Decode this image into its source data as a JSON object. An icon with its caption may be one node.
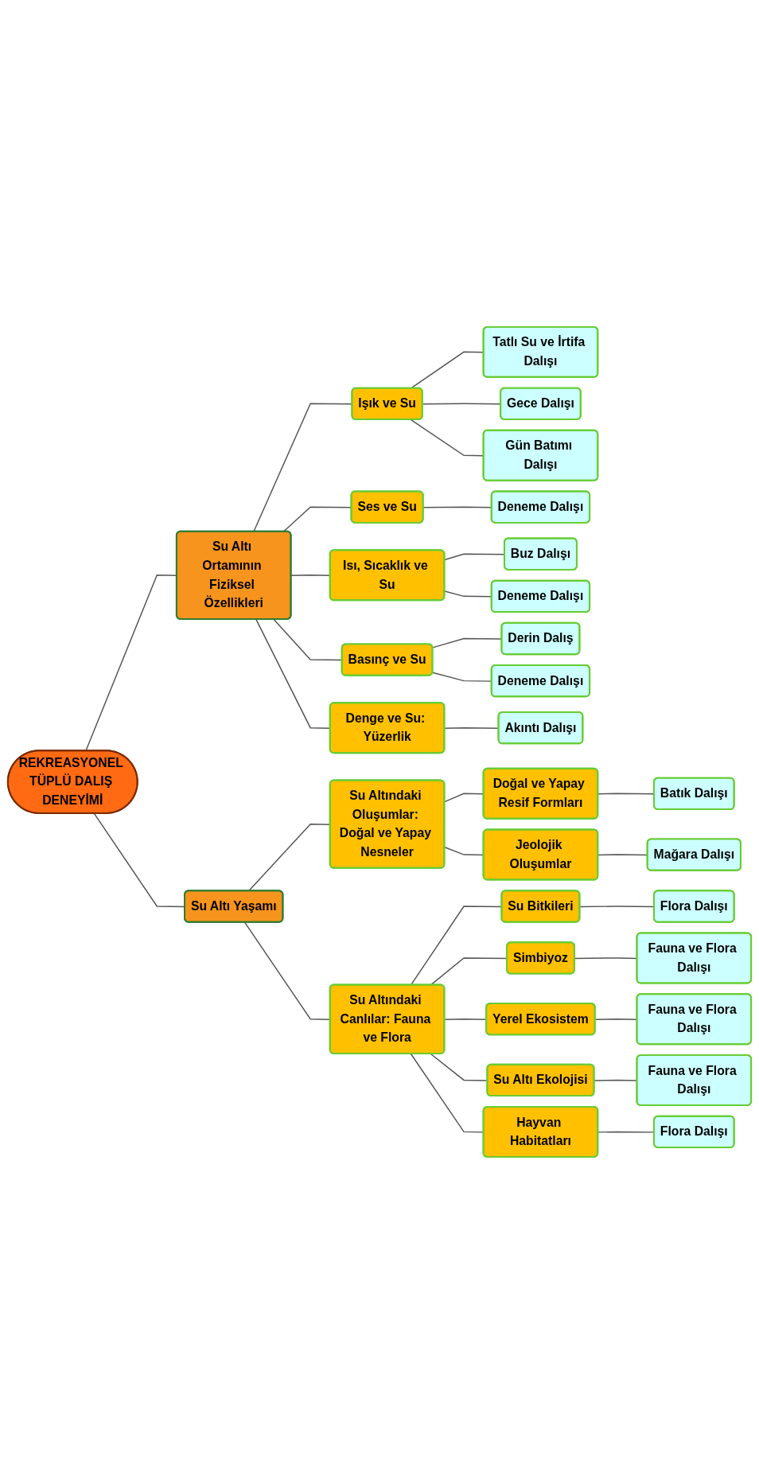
{
  "diagram": {
    "nodes": [
      {
        "text": [
          "REKREASYONEL TÜPLÜ DALIŞ DENEYİMİ"
        ]
      },
      {
        "text": [
          "Su Altı Ortamının Fiziksel Özellikleri"
        ]
      },
      {
        "text": [
          "Işık ve Su"
        ]
      },
      {
        "text": [
          "Tatlı Su ve İrtifa Dalışı"
        ]
      },
      {
        "text": [
          "Gece Dalışı"
        ]
      },
      {
        "text": [
          "Gün Batımı Dalışı"
        ]
      },
      {
        "text": [
          "Ses ve Su"
        ]
      },
      {
        "text": [
          "Deneme Dalışı"
        ]
      },
      {
        "text": [
          "Isı, Sıcaklık ve Su"
        ]
      },
      {
        "text": [
          "Buz Dalışı"
        ]
      },
      {
        "text": [
          "Deneme Dalışı"
        ]
      },
      {
        "text": [
          "Basınç ve Su"
        ]
      },
      {
        "text": [
          "Derin Dalış"
        ]
      },
      {
        "text": [
          "Deneme Dalışı"
        ]
      },
      {
        "text": [
          "Denge ve Su: Yüzerlik"
        ]
      },
      {
        "text": [
          "Akıntı Dalışı"
        ]
      },
      {
        "text": [
          "Su Altı Yaşamı"
        ]
      },
      {
        "text": [
          "Su Altındaki Oluşumlar: Doğal ve Yapay Nesneler"
        ]
      },
      {
        "text": [
          "Doğal ve Yapay Resif Formları"
        ]
      },
      {
        "text": [
          "Batık Dalışı"
        ]
      },
      {
        "text": [
          "Jeolojik Oluşumlar"
        ]
      },
      {
        "text": [
          "Mağara Dalışı"
        ]
      },
      {
        "text": [
          "Su Altındaki Canlılar: Fauna ve Flora"
        ]
      },
      {
        "text": [
          "Su Bitkileri"
        ]
      },
      {
        "text": [
          "Flora Dalışı"
        ]
      },
      {
        "text": [
          "Simbiyoz"
        ]
      },
      {
        "text": [
          "Fauna ve Flora Dalışı"
        ]
      },
      {
        "text": [
          "Yerel Ekosistem"
        ]
      },
      {
        "text": [
          "Fauna ve Flora Dalışı"
        ]
      },
      {
        "text": [
          "Su Altı Ekolojisi"
        ]
      },
      {
        "text": [
          "Fauna ve Flora Dalışı"
        ]
      },
      {
        "text": [
          "Hayvan Habitatları"
        ]
      },
      {
        "text": [
          "Flora Dalışı"
        ]
      }
    ],
    "edges": [
      {
        "from": 0,
        "to": 1,
        "arrow": "none"
      },
      {
        "from": 1,
        "to": 2,
        "arrow": "none"
      },
      {
        "from": 2,
        "to": 3,
        "arrow": "none"
      },
      {
        "from": 2,
        "to": 4,
        "arrow": "none"
      },
      {
        "from": 2,
        "to": 5,
        "arrow": "none"
      },
      {
        "from": 1,
        "to": 6,
        "arrow": "none"
      },
      {
        "from": 6,
        "to": 7,
        "arrow": "none"
      },
      {
        "from": 1,
        "to": 8,
        "arrow": "none"
      },
      {
        "from": 8,
        "to": 9,
        "arrow": "none"
      },
      {
        "from": 8,
        "to": 10,
        "arrow": "none"
      },
      {
        "from": 1,
        "to": 11,
        "arrow": "none"
      },
      {
        "from": 11,
        "to": 12,
        "arrow": "none"
      },
      {
        "from": 11,
        "to": 13,
        "arrow": "none"
      },
      {
        "from": 1,
        "to": 14,
        "arrow": "none"
      },
      {
        "from": 14,
        "to": 15,
        "arrow": "none"
      },
      {
        "from": 0,
        "to": 16,
        "arrow": "none"
      },
      {
        "from": 16,
        "to": 17,
        "arrow": "none"
      },
      {
        "from": 17,
        "to": 18,
        "arrow": "none"
      },
      {
        "from": 18,
        "to": 19,
        "arrow": "none"
      },
      {
        "from": 17,
        "to": 20,
        "arrow": "none"
      },
      {
        "from": 20,
        "to": 21,
        "arrow": "none"
      },
      {
        "from": 16,
        "to": 22,
        "arrow": "none"
      },
      {
        "from": 22,
        "to": 23,
        "arrow": "none"
      },
      {
        "from": 23,
        "to": 24,
        "arrow": "none"
      },
      {
        "from": 22,
        "to": 25,
        "arrow": "none"
      },
      {
        "from": 25,
        "to": 26,
        "arrow": "none"
      },
      {
        "from": 22,
        "to": 27,
        "arrow": "none"
      },
      {
        "from": 27,
        "to": 28,
        "arrow": "none"
      },
      {
        "from": 22,
        "to": 29,
        "arrow": "none"
      },
      {
        "from": 29,
        "to": 30,
        "arrow": "none"
      },
      {
        "from": 22,
        "to": 31,
        "arrow": "none"
      },
      {
        "from": 31,
        "to": 32,
        "arrow": "none"
      }
    ]
  }
}
